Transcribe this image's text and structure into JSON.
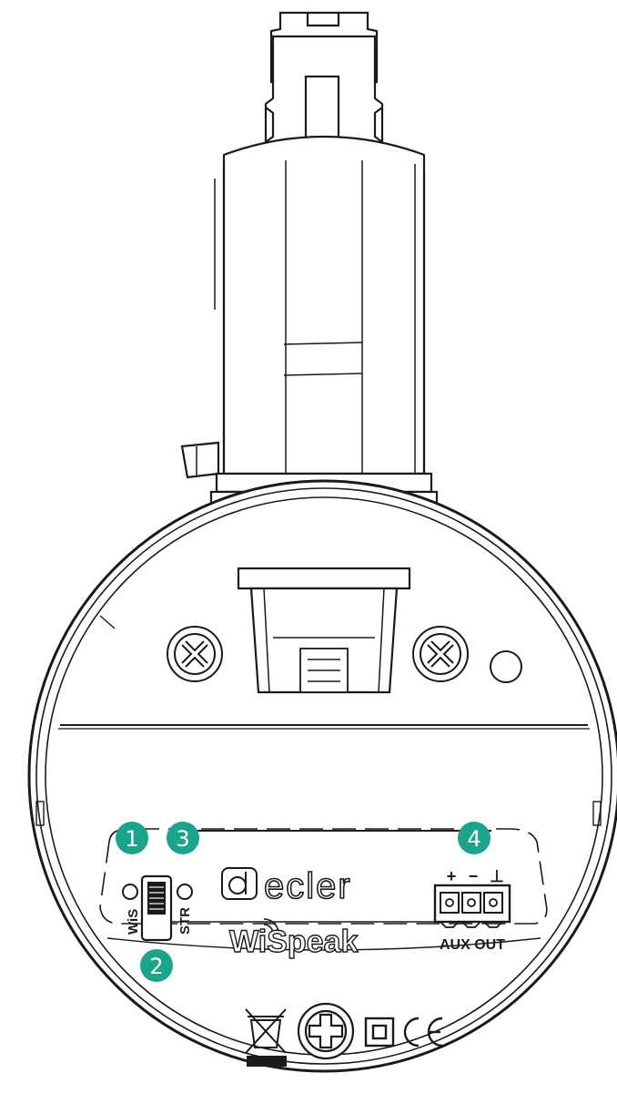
{
  "brand": {
    "logo_text": "ecler",
    "product_text": "WiSpeak"
  },
  "switch": {
    "left_label": "WiS",
    "right_label": "STR"
  },
  "connector": {
    "label": "AUX OUT",
    "polarity_plus": "+",
    "polarity_minus": "−",
    "polarity_ground": "⊥"
  },
  "callouts": [
    {
      "number": "1"
    },
    {
      "number": "2"
    },
    {
      "number": "3"
    },
    {
      "number": "4"
    }
  ],
  "colors": {
    "callout": "#1aa58a",
    "line": "#1a1a1a",
    "background": "#ffffff"
  },
  "icons": [
    "weee-bin-icon",
    "double-insulation-icon",
    "ce-mark-icon",
    "screw-icon"
  ]
}
